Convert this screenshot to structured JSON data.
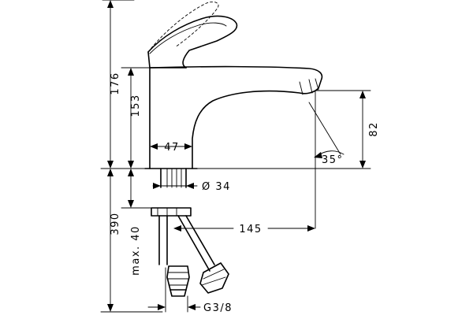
{
  "dimensions": {
    "overall_height": "176",
    "spout_height_above_base": "153",
    "spout_outlet_height": "82",
    "base_width": "47",
    "shank_diameter": "Ø 34",
    "spout_reach": "145",
    "connection_thread": "G3/8",
    "spray_angle": "35°",
    "connection_length": "390",
    "mounting_thickness": "max. 40"
  }
}
